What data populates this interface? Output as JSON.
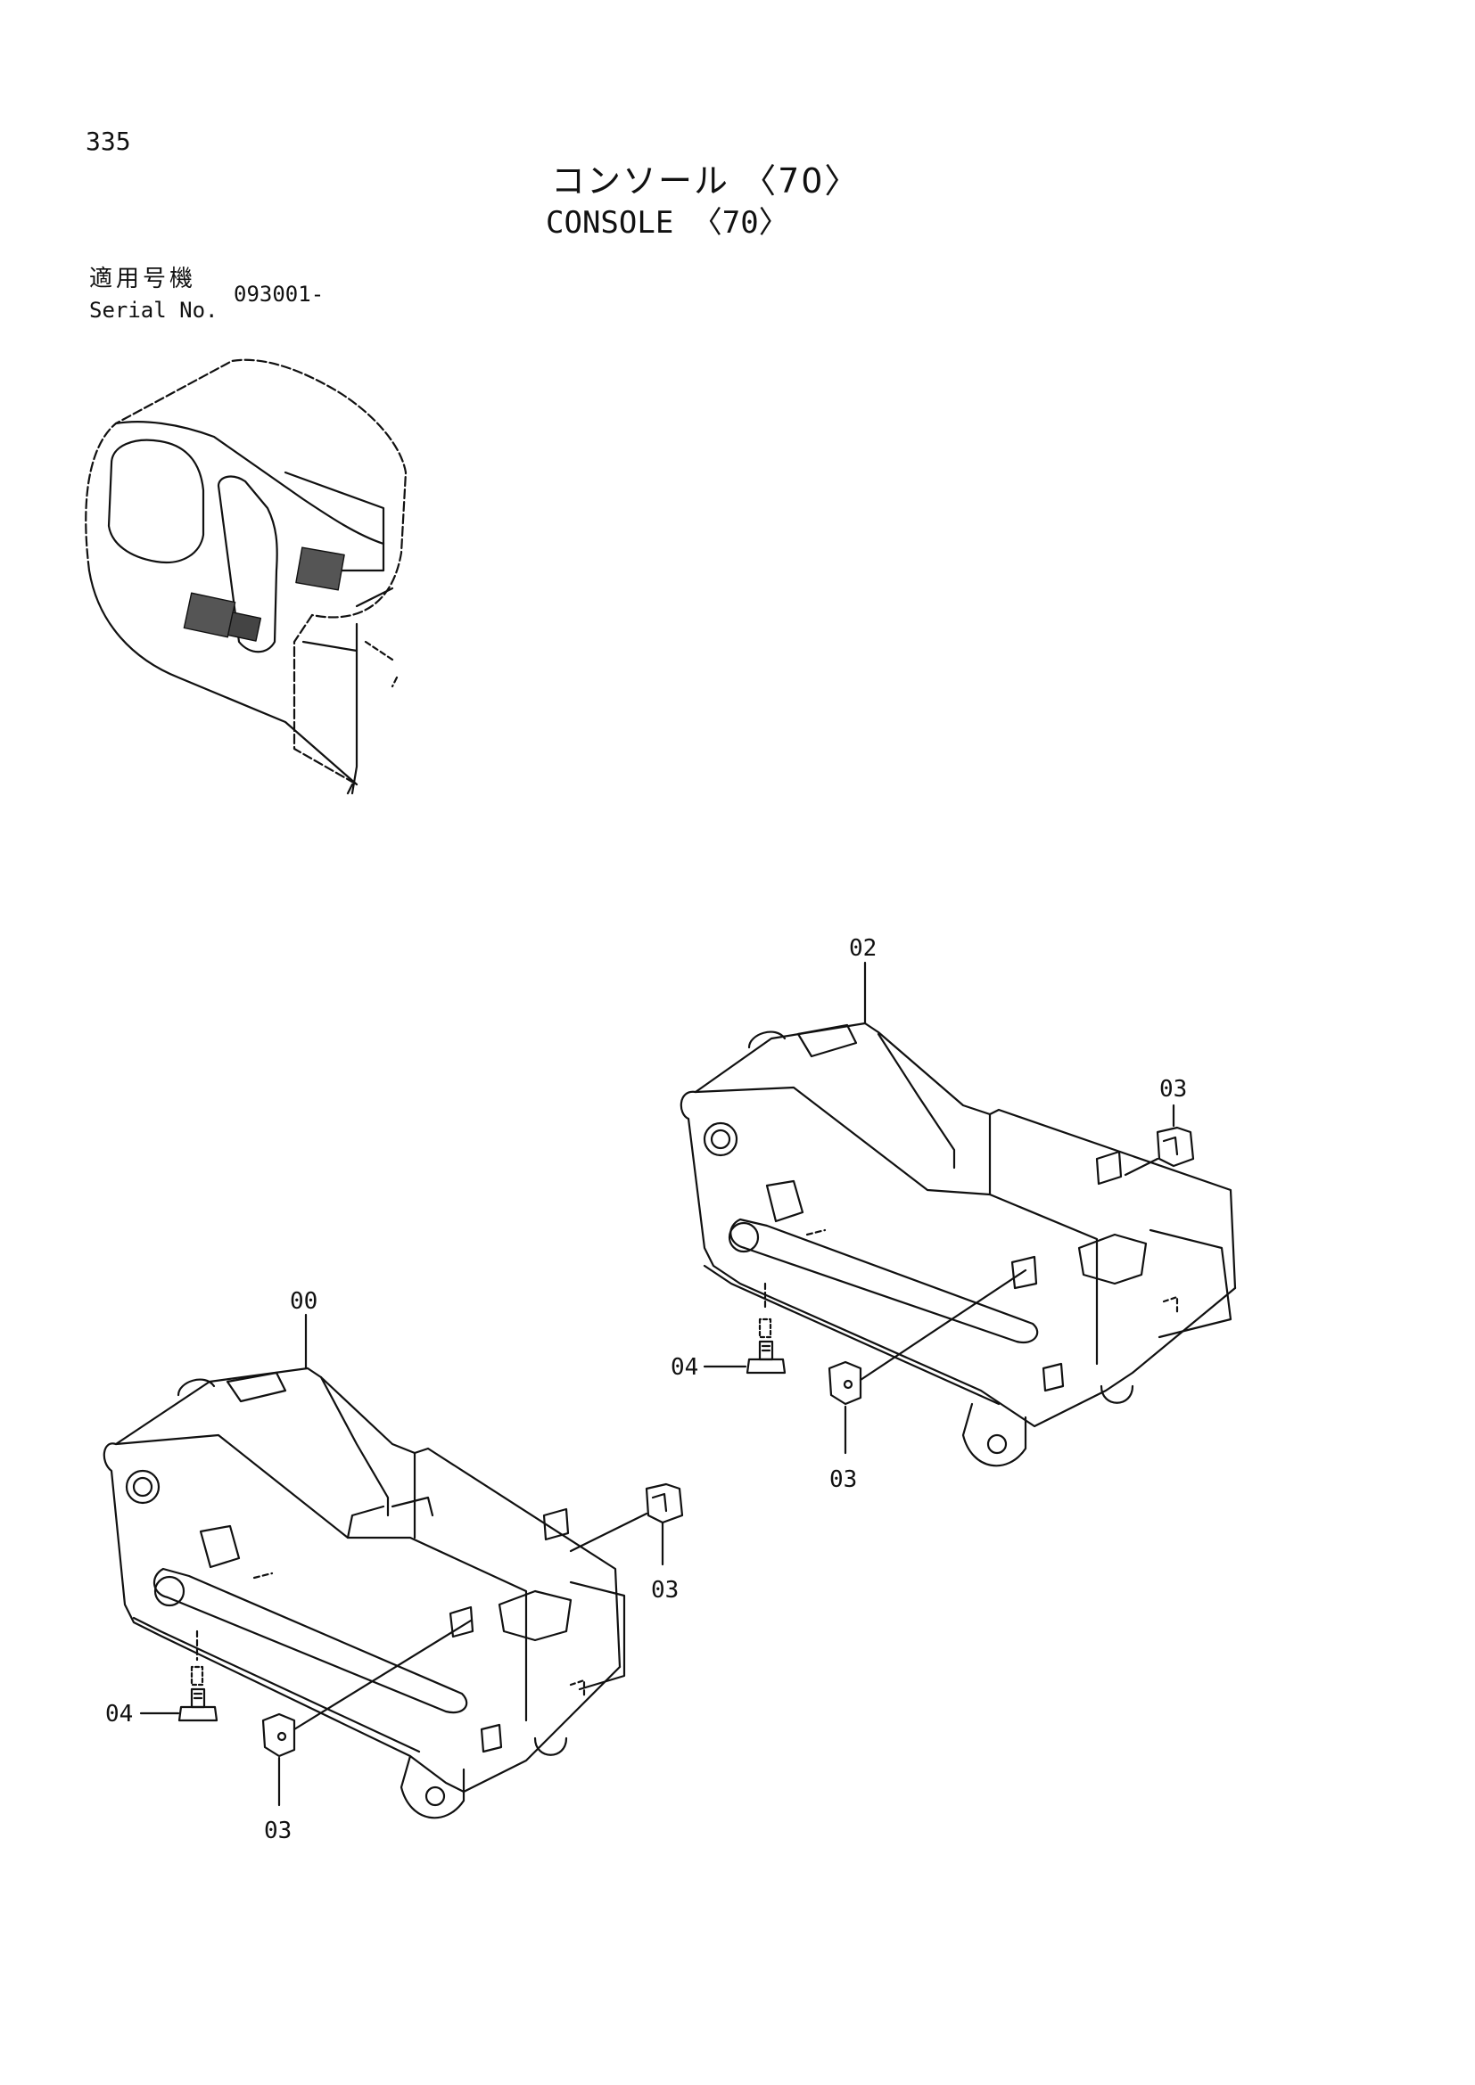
{
  "page_number": "335",
  "title_jp": "コンソール 〈70〉",
  "title_en": "CONSOLE 〈70〉",
  "serial": {
    "label_jp": "適用号機",
    "label_en": "Serial No.",
    "value": "093001-"
  },
  "callouts": {
    "upper_console": "02",
    "lower_console": "00",
    "cap_upper_right": "03",
    "cap_upper_bottom": "03",
    "bolt_upper": "04",
    "cap_lower_right": "03",
    "cap_lower_bottom": "03",
    "bolt_lower": "04"
  }
}
